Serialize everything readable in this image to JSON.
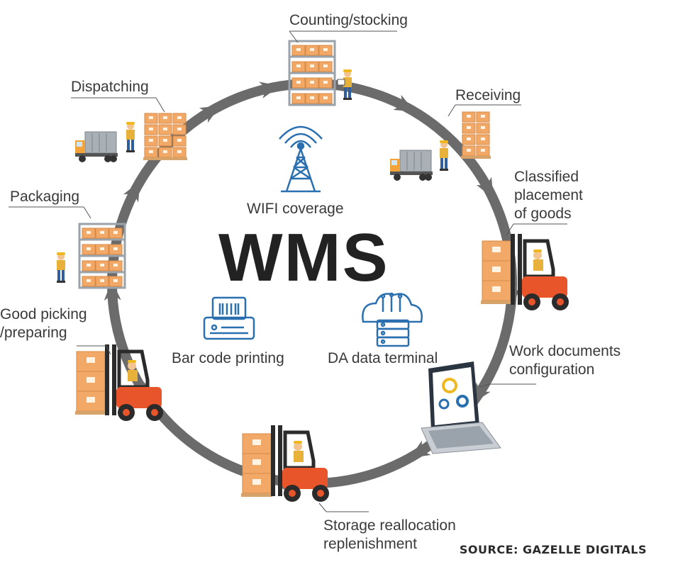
{
  "title": "WMS",
  "source": "SOURCE: GAZELLE DIGITALS",
  "center_features": {
    "wifi": "WIFI coverage",
    "barcode": "Bar code printing",
    "terminal": "DA data terminal"
  },
  "stages": [
    {
      "id": "counting",
      "lines": [
        "Counting/stocking"
      ]
    },
    {
      "id": "receiving",
      "lines": [
        "Receiving"
      ]
    },
    {
      "id": "classified",
      "lines": [
        "Classified",
        "placement",
        "of goods"
      ]
    },
    {
      "id": "workdocs",
      "lines": [
        "Work documents",
        "configuration"
      ]
    },
    {
      "id": "storage",
      "lines": [
        "Storage reallocation",
        "replenishment"
      ]
    },
    {
      "id": "picking",
      "lines": [
        "Good picking",
        "/preparing"
      ]
    },
    {
      "id": "packaging",
      "lines": [
        "Packaging"
      ]
    },
    {
      "id": "dispatching",
      "lines": [
        "Dispatching"
      ]
    }
  ],
  "colors": {
    "ring": "#6b6b6b",
    "box": "#f0a060",
    "box_dark": "#d97c3a",
    "forklift": "#e8552a",
    "forklift_dark": "#2b2b2b",
    "truck": "#f2a33a",
    "icon_blue": "#2a6fb0",
    "worker_shirt": "#e8b13a",
    "worker_pants": "#2f5f9e"
  }
}
